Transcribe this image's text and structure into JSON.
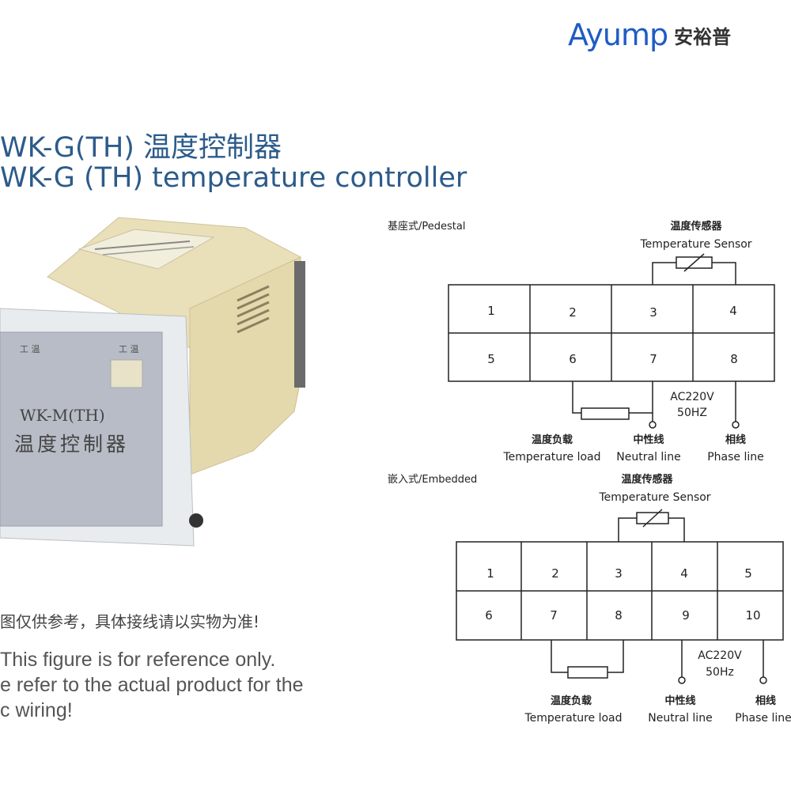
{
  "brand": {
    "name_en": "Ayump",
    "name_cn": "安裕普",
    "color": "#1f5cc4"
  },
  "title": {
    "cn": "WK-G(TH) 温度控制器",
    "en": "WK-G (TH) temperature controller",
    "color": "#2c5b8a"
  },
  "product": {
    "face_label_1": "WK-M(TH)",
    "face_label_2": "温度控制器"
  },
  "note": {
    "cn": "图仅供参考，具体接线请以实物为准!",
    "en_line1": "This figure is for reference only.",
    "en_line2": "e refer to the actual product for the",
    "en_line3": "c wiring!"
  },
  "pedestal": {
    "title": "基座式/Pedestal",
    "sensor_cn": "温度传感器",
    "sensor_en": "Temperature Sensor",
    "terminals_top": [
      "1",
      "2",
      "3",
      "4"
    ],
    "terminals_bottom": [
      "5",
      "6",
      "7",
      "8"
    ],
    "supply_line1": "AC220V",
    "supply_line2": "50HZ",
    "load_cn": "温度负载",
    "load_en": "Temperature load",
    "neutral_cn": "中性线",
    "neutral_en": "Neutral line",
    "phase_cn": "相线",
    "phase_en": "Phase line"
  },
  "embedded": {
    "title": "嵌入式/Embedded",
    "sensor_cn": "温度传感器",
    "sensor_en": "Temperature Sensor",
    "terminals_top": [
      "1",
      "2",
      "3",
      "4",
      "5"
    ],
    "terminals_bottom": [
      "6",
      "7",
      "8",
      "9",
      "10"
    ],
    "supply_line1": "AC220V",
    "supply_line2": "50Hz",
    "load_cn": "温度负载",
    "load_en": "Temperature load",
    "neutral_cn": "中性线",
    "neutral_en": "Neutral line",
    "phase_cn": "相线",
    "phase_en": "Phase line"
  }
}
